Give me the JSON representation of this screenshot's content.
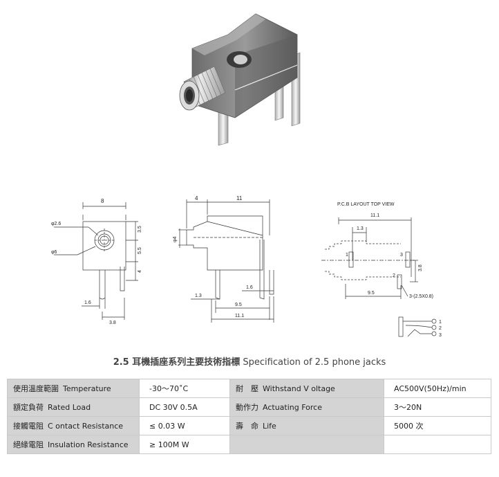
{
  "drawing": {
    "front": {
      "width": "8",
      "outer_dia": "φ2.6",
      "inner_dia": "φ6",
      "h1": "3.5",
      "h2": "5.5",
      "h3": "4",
      "pin1": "1.6",
      "pin2": "3.8"
    },
    "side": {
      "d1": "4",
      "d2": "11",
      "dia": "φ4",
      "b1": "1.6",
      "b2": "1.3",
      "b3": "9.5",
      "b4": "11.1"
    },
    "pcb": {
      "title": "P.C.B LAYOUT    TOP VIEW",
      "w": "11.1",
      "a": "1.3",
      "v": "3.8",
      "b": "9.5",
      "note": "3-(2.5X0.8)",
      "pin1": "1",
      "pin2": "2",
      "pin3": "3"
    },
    "schematic": {
      "p1": "1",
      "p2": "2",
      "p3": "3"
    }
  },
  "title": {
    "zh": "2.5 耳機插座系列主要技術指標",
    "en": "Specification of 2.5 phone jacks"
  },
  "specs": {
    "rows": [
      {
        "zh1": "使用溫度範圍",
        "en1": "Temperature",
        "val1": "-30～70˚C",
        "zh2": "耐　壓",
        "en2": "Withstand V oltage",
        "val2": "AC500V(50Hz)/min"
      },
      {
        "zh1": "額定負荷",
        "en1": "Rated Load",
        "val1": "DC  30V  0.5A",
        "zh2": "動作力",
        "en2": "Actuating Force",
        "val2": "3～20N"
      },
      {
        "zh1": "接觸電阻",
        "en1": "C ontact Resistance",
        "val1": "≤ 0.03 W",
        "zh2": "壽　命",
        "en2": "Life",
        "val2": "5000 次"
      },
      {
        "zh1": "絕緣電阻",
        "en1": "Insulation Resistance",
        "val1": "≥ 100M W",
        "zh2": "",
        "en2": "",
        "val2": ""
      }
    ]
  }
}
